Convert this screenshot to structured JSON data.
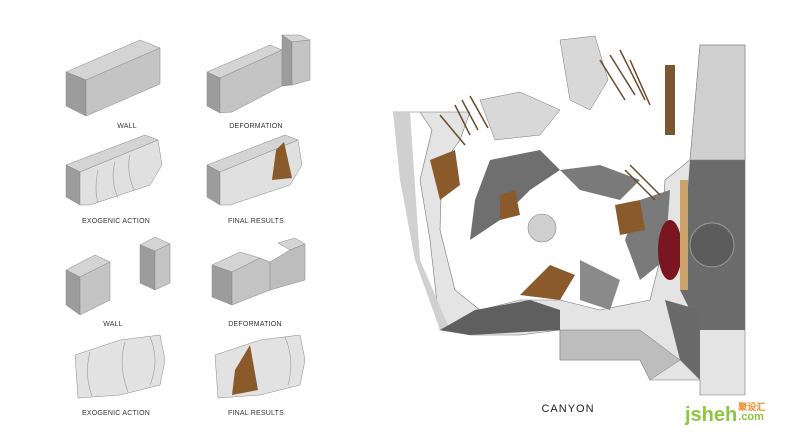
{
  "labels": {
    "row1_left": "WALL",
    "row1_right": "DEFORMATION",
    "row2_left": "EXOGENIC ACTION",
    "row2_right": "FINAL RESULTS",
    "row3_left": "WALL",
    "row3_right": "DEFORMATION",
    "row4_left": "EXOGENIC ACTION",
    "row4_right": "FINAL RESULTS"
  },
  "plan_title": "CANYON",
  "watermark": {
    "text": "jsheh",
    "suffix": ".com",
    "chinese": "聚设汇"
  },
  "colors": {
    "face_top": "#cfcfcf",
    "face_left": "#9a9a9a",
    "face_front": "#bdbdbd",
    "dark": "#6e6e6e",
    "brick": "#8b5a2b",
    "red": "#7a1620"
  }
}
